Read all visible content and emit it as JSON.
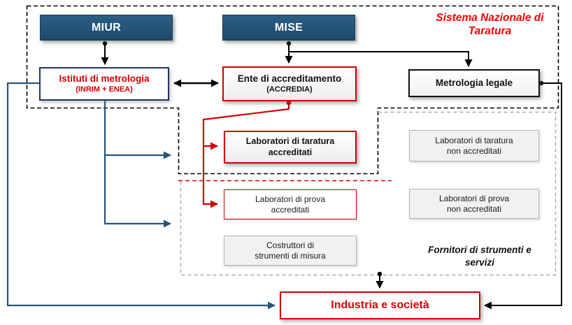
{
  "title": {
    "line1": "Sistema Nazionale di",
    "line2": "Taratura"
  },
  "boxes": {
    "miur": {
      "label": "MIUR"
    },
    "mise": {
      "label": "MISE"
    },
    "istituti": {
      "line1": "Istituti di metrologia",
      "line2": "(INRIM + ENEA)"
    },
    "ente": {
      "line1": "Ente di accreditamento",
      "line2": "(ACCREDIA)"
    },
    "metrologia_legale": {
      "label": "Metrologia legale"
    },
    "lab_taratura_accreditati": {
      "line1": "Laboratori di taratura",
      "line2": "accreditati"
    },
    "lab_taratura_non_accreditati": {
      "line1": "Laboratori di taratura",
      "line2": "non accreditati"
    },
    "lab_prova_accreditati": {
      "line1": "Laboratori di prova",
      "line2": "accreditati"
    },
    "lab_prova_non_accreditati": {
      "line1": "Laboratori di prova",
      "line2": "non accreditati"
    },
    "costruttori": {
      "line1": "Costruttori di",
      "line2": "strumenti di misura"
    },
    "industria": {
      "label": "Industria e società"
    }
  },
  "labels": {
    "fornitori": {
      "line1": "Fornitori di strumenti e",
      "line2": "servizi"
    }
  },
  "colors": {
    "header_blue": "#25567B",
    "accent_red": "#D00000",
    "title_red": "#FF0000",
    "blue_connector": "#25567B",
    "black_connector": "#000000",
    "gray_box_fill": "#F1F1F1",
    "gray_box_border": "#B5B5B5",
    "gray_dashed": "#A9A9A9",
    "navy_border": "#1F3864"
  }
}
